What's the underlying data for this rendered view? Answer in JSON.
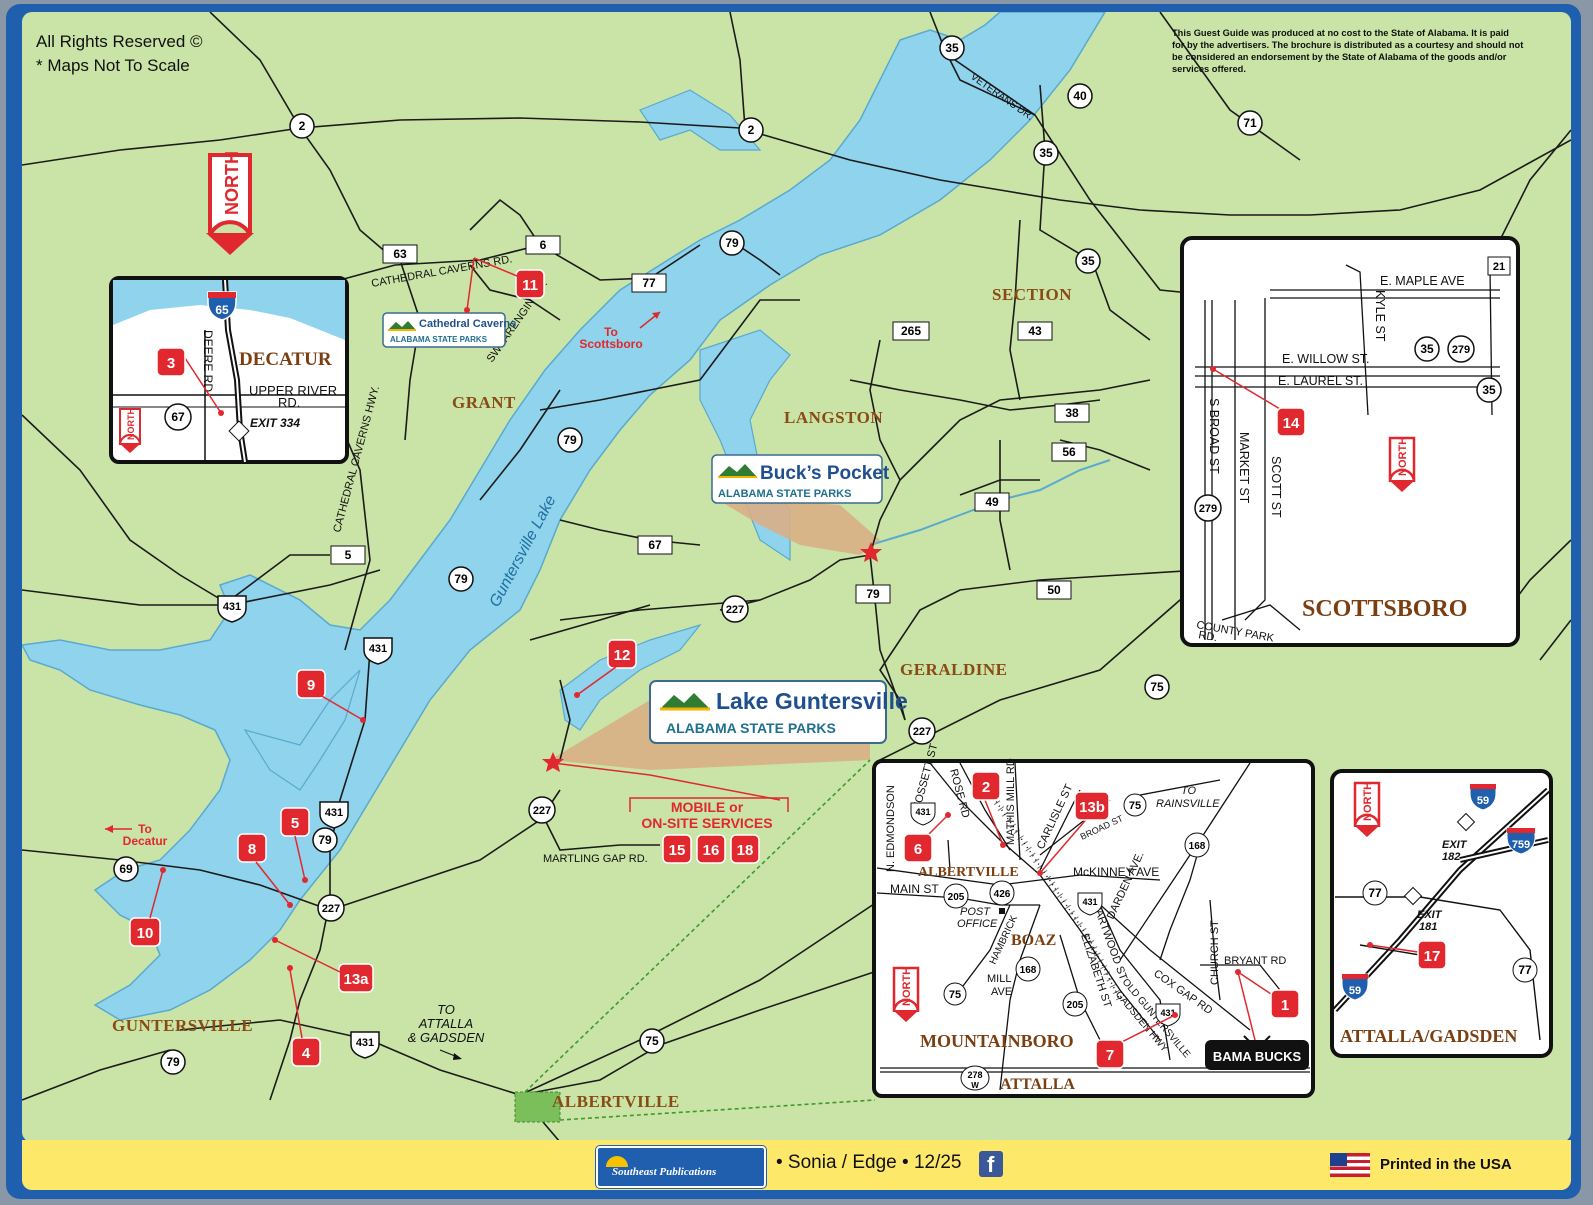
{
  "header": {
    "rights": "All Rights Reserved ©",
    "scale_note": "* Maps Not To Scale",
    "disclaimer_lines": [
      "This Guest Guide was produced at no cost to the State of Alabama. It is paid",
      "for by the advertisers. The brochure is distributed as a courtesy and should not",
      "be considered an endorsement  by the State of Alabama of the goods and/or",
      "services offered."
    ]
  },
  "compass": {
    "label": "NORTH"
  },
  "lake": {
    "label": "Guntersville Lake"
  },
  "towns": {
    "grant": "GRANT",
    "section": "SECTION",
    "langston": "LANGSTON",
    "geraldine": "GERALDINE",
    "guntersville": "GUNTERSVILLE",
    "albertville": "ALBERTVILLE"
  },
  "directions": {
    "to_scottsboro_1": "To",
    "to_scottsboro_2": "Scottsboro",
    "to_decatur_1": "To",
    "to_decatur_2": "Decatur",
    "to_attalla_1": "TO",
    "to_attalla_2": "ATTALLA",
    "to_attalla_3": "& GADSDEN"
  },
  "street_labels": {
    "cathedral_caverns_rd": "CATHEDRAL CAVERNS RD.",
    "cathedral_caverns_hwy": "CATHEDRAL CAVERNS HWY.",
    "swearengin_rd": "SWEARENGIN RD.",
    "veterans_dr": "VETERANS DR.",
    "martling_gap_rd": "MARTLING GAP RD."
  },
  "routes": {
    "r2a": "2",
    "r2b": "2",
    "r35a": "35",
    "r35b": "35",
    "r35c": "35",
    "r40": "40",
    "r71": "71",
    "r79a": "79",
    "r79b": "79",
    "r79c": "79",
    "r79d": "79",
    "r79e": "79",
    "r79box": "79",
    "r63": "63",
    "r6": "6",
    "r77": "77",
    "r265": "265",
    "r43": "43",
    "r38": "38",
    "r56": "56",
    "r49": "49",
    "r67": "67",
    "r5": "5",
    "r50": "50",
    "r227a": "227",
    "r227b": "227",
    "r227c": "227",
    "r227d": "227",
    "r431a": "431",
    "r431b": "431",
    "r431c": "431",
    "r431d": "431",
    "r75a": "75",
    "r75b": "75",
    "r69": "69"
  },
  "parks": {
    "cathedral_name": "Cathedral Caverns",
    "cathedral_sub": "ALABAMA STATE PARKS",
    "bucks_name": "Buck’s Pocket",
    "bucks_sub": "ALABAMA STATE PARKS",
    "lake_name": "Lake Guntersville",
    "lake_sub": "ALABAMA STATE PARKS"
  },
  "mobile_services": {
    "line1": "MOBILE or",
    "line2": "ON-SITE SERVICES",
    "markers": [
      "15",
      "16",
      "18"
    ]
  },
  "markers": {
    "m3": "3",
    "m4": "4",
    "m5": "5",
    "m8": "8",
    "m9": "9",
    "m10": "10",
    "m11": "11",
    "m12": "12",
    "m13a": "13a",
    "m14": "14",
    "m2": "2",
    "m6": "6",
    "m13b": "13b",
    "m1": "1",
    "m7": "7",
    "m17": "17"
  },
  "insets": {
    "decatur": {
      "title": "DECATUR",
      "interstate": "65",
      "route": "67",
      "deere_rd": "DEERE RD",
      "upper_river_1": "UPPER RIVER",
      "upper_river_2": "RD.",
      "exit": "EXIT 334",
      "north": "NORTH"
    },
    "scottsboro": {
      "title": "SCOTTSBORO",
      "maple": "E. MAPLE AVE",
      "willow": "E. WILLOW ST.",
      "laurel": "E. LAUREL ST.",
      "kyle": "KYLE ST",
      "broad": "S BROAD ST",
      "market": "MARKET ST",
      "scott": "SCOTT ST",
      "county_park_1": "COUNTY PARK",
      "county_park_2": "RD.",
      "r21": "21",
      "r35a": "35",
      "r35b": "35",
      "r279a": "279",
      "r279b": "279",
      "north": "NORTH"
    },
    "albertville": {
      "town_albertville": "ALBERTVILLE",
      "town_boaz": "BOAZ",
      "town_mountainboro": "MOUNTAINBORO",
      "town_attalla": "ATTALLA",
      "n_edmondson": "N. EDMONDSON",
      "fossett": "FOSSETT ST",
      "rose": "ROSE RD",
      "mathis": "MATHIS MILL RD",
      "carlisle": "CARLISLE ST",
      "broad": "BROAD ST",
      "to_rainsville_1": "TO",
      "to_rainsville_2": "RAINSVILLE",
      "mckinney": "McKINNEY AVE",
      "main": "MAIN ST",
      "post_office_1": "POST",
      "post_office_2": "OFFICE",
      "hambrick": "HAMBRICK",
      "mill_1": "MILL",
      "mill_2": "AVE",
      "partwood": "PARTWOOD ST",
      "elizabeth": "ELIZABETH ST",
      "darden": "DARDEN AVE.",
      "church": "CHURCH ST",
      "bryant": "BRYANT RD",
      "cox_gap": "COX GAP RD",
      "old_gunt_1": "OLD GUNTERSVILLE",
      "old_gunt_2": "-GADSDEN HWY",
      "bama_bucks": "BAMA BUCKS",
      "r431a": "431",
      "r431b": "431",
      "r431c": "431",
      "r75a": "75",
      "r75b": "75",
      "r168a": "168",
      "r168b": "168",
      "r205a": "205",
      "r205b": "205",
      "r426": "426",
      "r278": "278",
      "north": "NORTH"
    },
    "attalla": {
      "title": "ATTALLA/GADSDEN",
      "i59a": "59",
      "i59b": "59",
      "i759": "759",
      "exit182_1": "EXIT",
      "exit182_2": "182",
      "exit181_1": "EXIT",
      "exit181_2": "181",
      "r77a": "77",
      "r77b": "77",
      "north": "NORTH"
    }
  },
  "footer": {
    "publisher": "Southeast Publications",
    "credit": "• Sonia / Edge • 12/25",
    "facebook": "f",
    "printed": "Printed in the USA"
  },
  "colors": {
    "land": "#c9e4a6",
    "water": "#8fd3ec",
    "frame": "#1f5fae",
    "footer": "#fde86a",
    "marker_red": "#e0282e",
    "town_brown": "#8a4a14"
  }
}
